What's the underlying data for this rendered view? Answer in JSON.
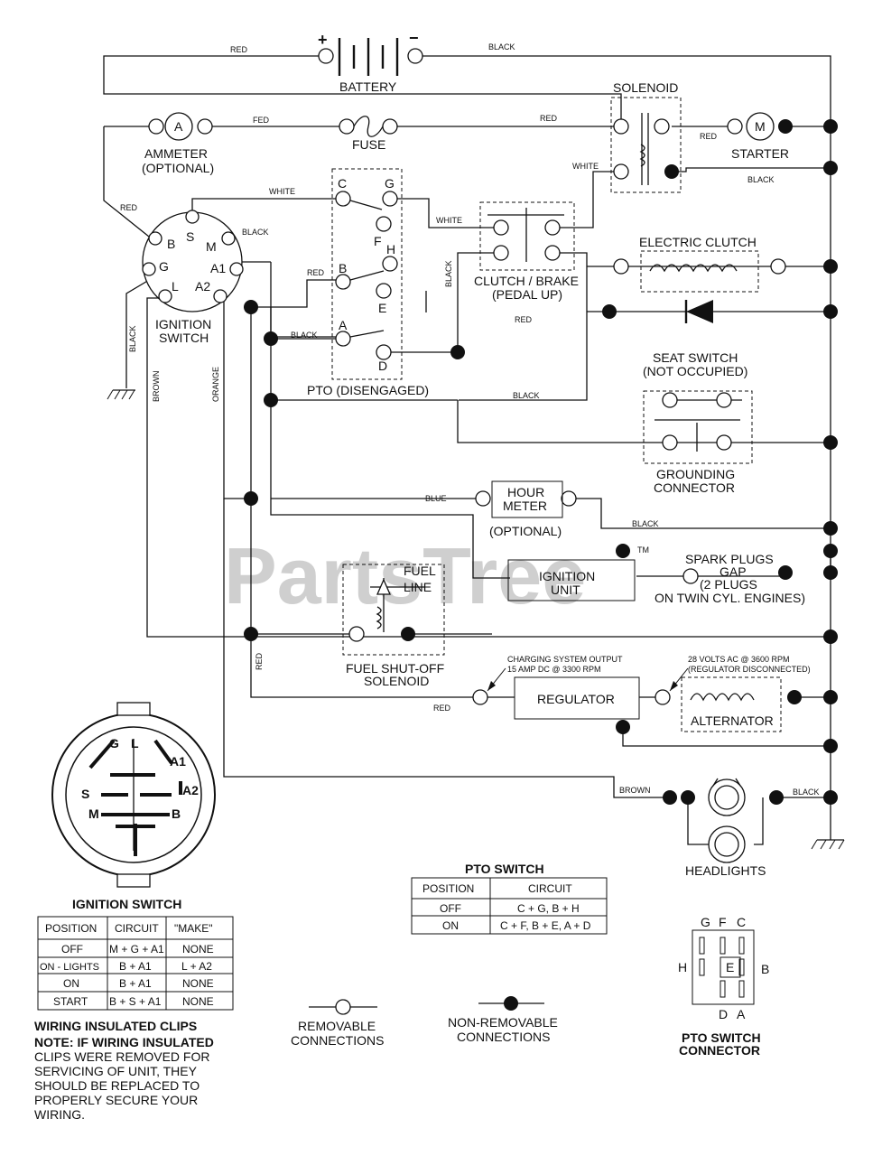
{
  "watermark": {
    "text": "PartsTree",
    "tm": "TM"
  },
  "components": {
    "battery": "BATTERY",
    "solenoid": "SOLENOID",
    "ammeter": [
      "AMMETER",
      "(OPTIONAL)"
    ],
    "ammeter_symbol": "A",
    "fuse": "FUSE",
    "starter": "STARTER",
    "starter_symbol": "M",
    "ignition_switch": [
      "IGNITION",
      "SWITCH"
    ],
    "ignition_terminals": [
      "B",
      "S",
      "M",
      "G",
      "A1",
      "L",
      "A2"
    ],
    "pto": "PTO (DISENGAGED)",
    "pto_terminals": [
      "C",
      "G",
      "F",
      "H",
      "B",
      "E",
      "A",
      "D"
    ],
    "clutch_brake": [
      "CLUTCH / BRAKE",
      "(PEDAL UP)"
    ],
    "electric_clutch": "ELECTRIC CLUTCH",
    "seat_switch": [
      "SEAT SWITCH",
      "(NOT OCCUPIED)"
    ],
    "grounding_connector": [
      "GROUNDING",
      "CONNECTOR"
    ],
    "hour_meter": [
      "HOUR",
      "METER",
      "(OPTIONAL)"
    ],
    "ignition_unit": [
      "IGNITION",
      "UNIT"
    ],
    "spark_plugs": [
      "SPARK PLUGS",
      "GAP",
      "(2 PLUGS",
      "ON TWIN CYL. ENGINES)"
    ],
    "fuel_line": [
      "FUEL",
      "LINE"
    ],
    "fuel_solenoid": [
      "FUEL SHUT-OFF",
      "SOLENOID"
    ],
    "charging_output": [
      "CHARGING SYSTEM OUTPUT",
      "15 AMP DC @ 3300 RPM"
    ],
    "alternator_note": [
      "28 VOLTS AC @ 3600 RPM",
      "(REGULATOR DISCONNECTED)"
    ],
    "regulator": "REGULATOR",
    "alternator": "ALTERNATOR",
    "headlights": "HEADLIGHTS",
    "battery_plus": "+",
    "battery_minus": "−"
  },
  "wire_labels": {
    "red": "RED",
    "fed": "FED",
    "black": "BLACK",
    "white": "WHITE",
    "blue": "BLUE",
    "brown": "BROWN",
    "orange": "ORANGE",
    "bla_ck": "BLACK"
  },
  "ignition_connector": {
    "terminals": [
      "G",
      "L",
      "A1",
      "A2",
      "S",
      "M",
      "B"
    ]
  },
  "ignition_table": {
    "title": "IGNITION SWITCH",
    "headers": [
      "POSITION",
      "CIRCUIT",
      "\"MAKE\""
    ],
    "rows": [
      [
        "OFF",
        "M + G + A1",
        "NONE"
      ],
      [
        "ON - LIGHTS",
        "B + A1",
        "L + A2"
      ],
      [
        "ON",
        "B + A1",
        "NONE"
      ],
      [
        "START",
        "B + S + A1",
        "NONE"
      ]
    ]
  },
  "pto_table": {
    "title": "PTO SWITCH",
    "headers": [
      "POSITION",
      "CIRCUIT"
    ],
    "rows": [
      [
        "OFF",
        "C + G, B + H"
      ],
      [
        "ON",
        "C + F, B + E, A + D"
      ]
    ]
  },
  "wiring_note": {
    "title": "WIRING INSULATED CLIPS",
    "lines": [
      "NOTE: IF WIRING INSULATED",
      "CLIPS WERE REMOVED FOR",
      "SERVICING OF UNIT, THEY",
      "SHOULD BE REPLACED TO",
      "PROPERLY SECURE YOUR",
      "WIRING."
    ]
  },
  "legend": {
    "removable": [
      "REMOVABLE",
      "CONNECTIONS"
    ],
    "non_removable": [
      "NON-REMOVABLE",
      "CONNECTIONS"
    ]
  },
  "pto_connector": {
    "title": [
      "PTO SWITCH",
      "CONNECTOR"
    ],
    "top_letters": [
      "G",
      "F",
      "C"
    ],
    "left": "H",
    "right": "B",
    "center": "E",
    "bottom_letters": [
      "D",
      "A"
    ]
  }
}
